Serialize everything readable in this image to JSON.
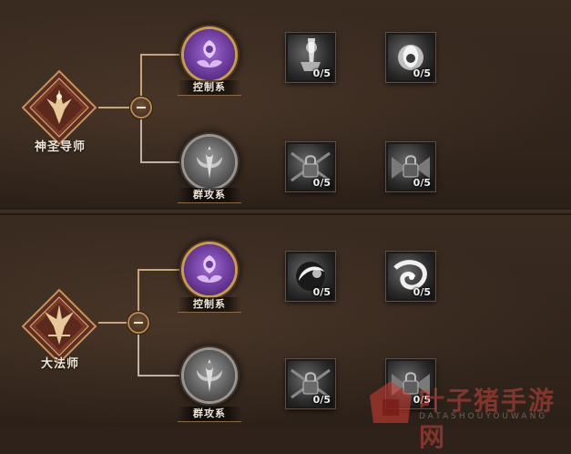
{
  "panels": [
    {
      "class_name": "神圣导师",
      "branches": [
        {
          "label": "控制系",
          "type": "control",
          "skills": [
            {
              "icon": "light-pillar-icon",
              "count": "0/5"
            },
            {
              "icon": "flame-orb-icon",
              "count": "0/5"
            }
          ]
        },
        {
          "label": "群攻系",
          "type": "aoe",
          "skills": [
            {
              "icon": "locked-chain-icon",
              "count": "0/5"
            },
            {
              "icon": "locked-wings-icon",
              "count": "0/5"
            }
          ]
        }
      ]
    },
    {
      "class_name": "大法师",
      "branches": [
        {
          "label": "控制系",
          "type": "control",
          "skills": [
            {
              "icon": "crescent-burst-icon",
              "count": "0/5"
            },
            {
              "icon": "vortex-icon",
              "count": "0/5"
            }
          ]
        },
        {
          "label": "群攻系",
          "type": "aoe",
          "skills": [
            {
              "icon": "locked-chain-icon",
              "count": "0/5"
            },
            {
              "icon": "locked-wings-icon",
              "count": "0/5"
            }
          ]
        }
      ]
    }
  ],
  "watermark": {
    "title": "叶子猪手游网",
    "subtitle": "DATASHOUYOUWANG"
  }
}
